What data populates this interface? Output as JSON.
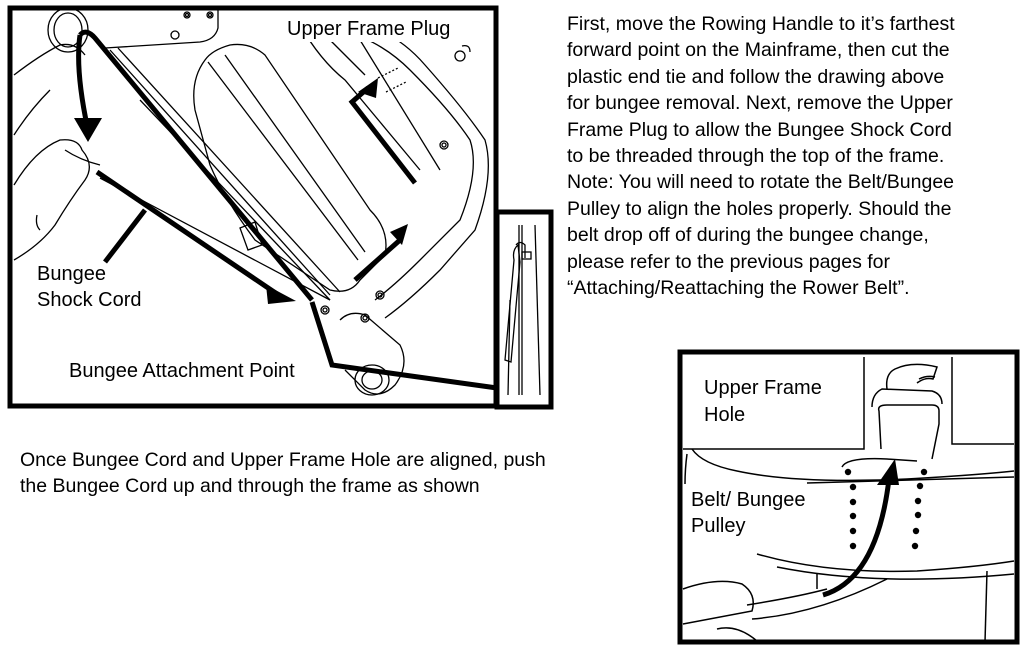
{
  "figure_main": {
    "labels": {
      "upper_frame_plug": "Upper Frame Plug",
      "bungee_shock_cord_line1": "Bungee",
      "bungee_shock_cord_line2": "Shock Cord",
      "bungee_attachment_point": "Bungee Attachment Point"
    }
  },
  "instructions": {
    "lines": [
      "First, move the Rowing Handle to it’s farthest",
      "forward point on the Mainframe, then cut the",
      "plastic end tie and follow the drawing above",
      "for bungee removal.  Next, remove the Upper",
      "Frame Plug to allow the Bungee Shock Cord",
      "to be threaded through the top of the frame.",
      "Note:  You will need to rotate the Belt/Bungee",
      "Pulley to align the holes properly.  Should the",
      "belt drop off of during the bungee change,",
      "please refer to the previous pages for",
      "“Attaching/Reattaching the Rower Belt”."
    ]
  },
  "push_instruction": {
    "lines": [
      "Once Bungee Cord and Upper Frame Hole are aligned, push",
      "the Bungee Cord up and through the frame as shown"
    ]
  },
  "figure_pulley": {
    "labels": {
      "upper_frame_hole_line1": "Upper Frame",
      "upper_frame_hole_line2": "Hole",
      "belt_bungee_pulley_line1": "Belt/ Bungee",
      "belt_bungee_pulley_line2": "Pulley"
    }
  },
  "colors": {
    "ink": "#000000",
    "paper": "#ffffff"
  }
}
